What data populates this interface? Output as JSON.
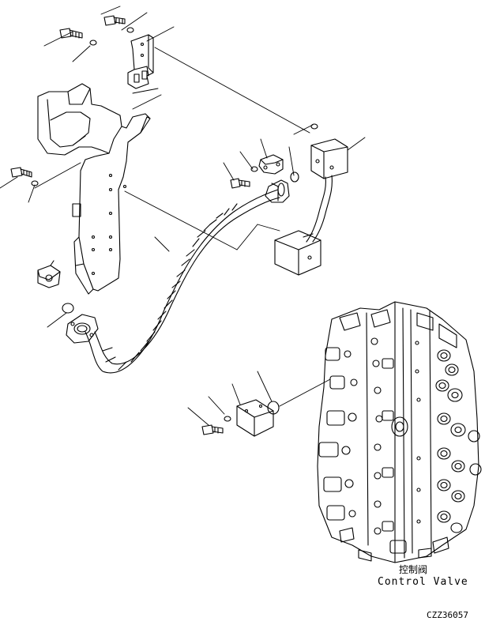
{
  "figure": {
    "part_label_cn": "控制阀",
    "part_label_en": "Control Valve",
    "figure_code": "CZZ36057"
  },
  "colors": {
    "ink": "#000000",
    "paper": "#ffffff"
  }
}
